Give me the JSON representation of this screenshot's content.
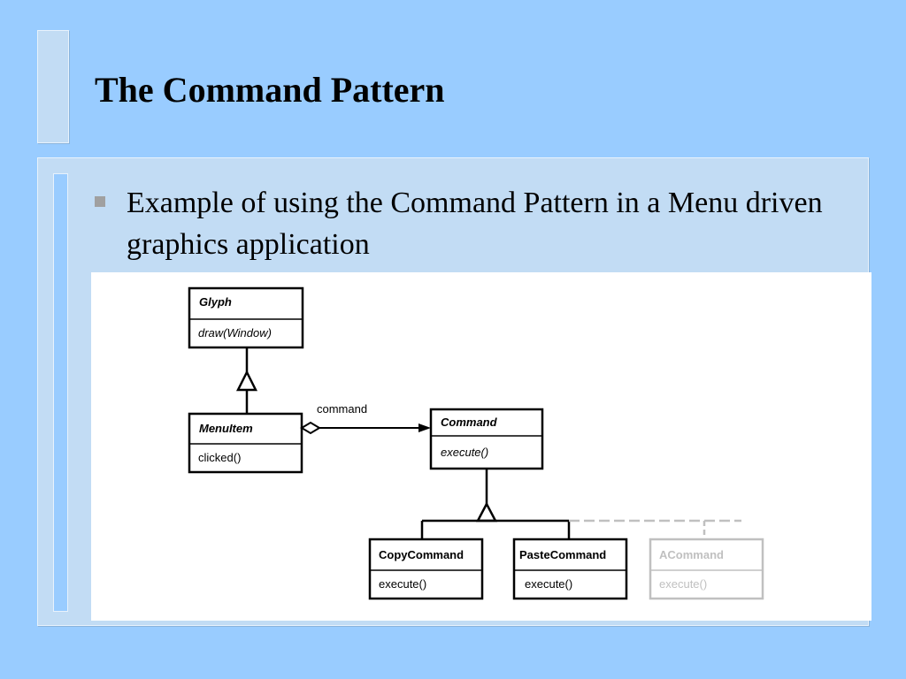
{
  "slide": {
    "title": "The Command Pattern",
    "bullet": "Example of using the Command Pattern in a Menu driven graphics application"
  },
  "diagram": {
    "classes": {
      "glyph": {
        "name": "Glyph",
        "operation": "draw(Window)"
      },
      "menuitem": {
        "name": "MenuItem",
        "operation": "clicked()"
      },
      "command": {
        "name": "Command",
        "operation": "execute()"
      },
      "copycommand": {
        "name": "CopyCommand",
        "operation": "execute()"
      },
      "pastecommand": {
        "name": "PasteCommand",
        "operation": "execute()"
      },
      "acommand": {
        "name": "ACommand",
        "operation": "execute()"
      }
    },
    "association_label": "command"
  },
  "colors": {
    "background": "#99ccff",
    "panel": "#c2dcf4",
    "diagram_bg": "#ffffff",
    "line": "#000000",
    "faded": "#c0c0c0"
  }
}
